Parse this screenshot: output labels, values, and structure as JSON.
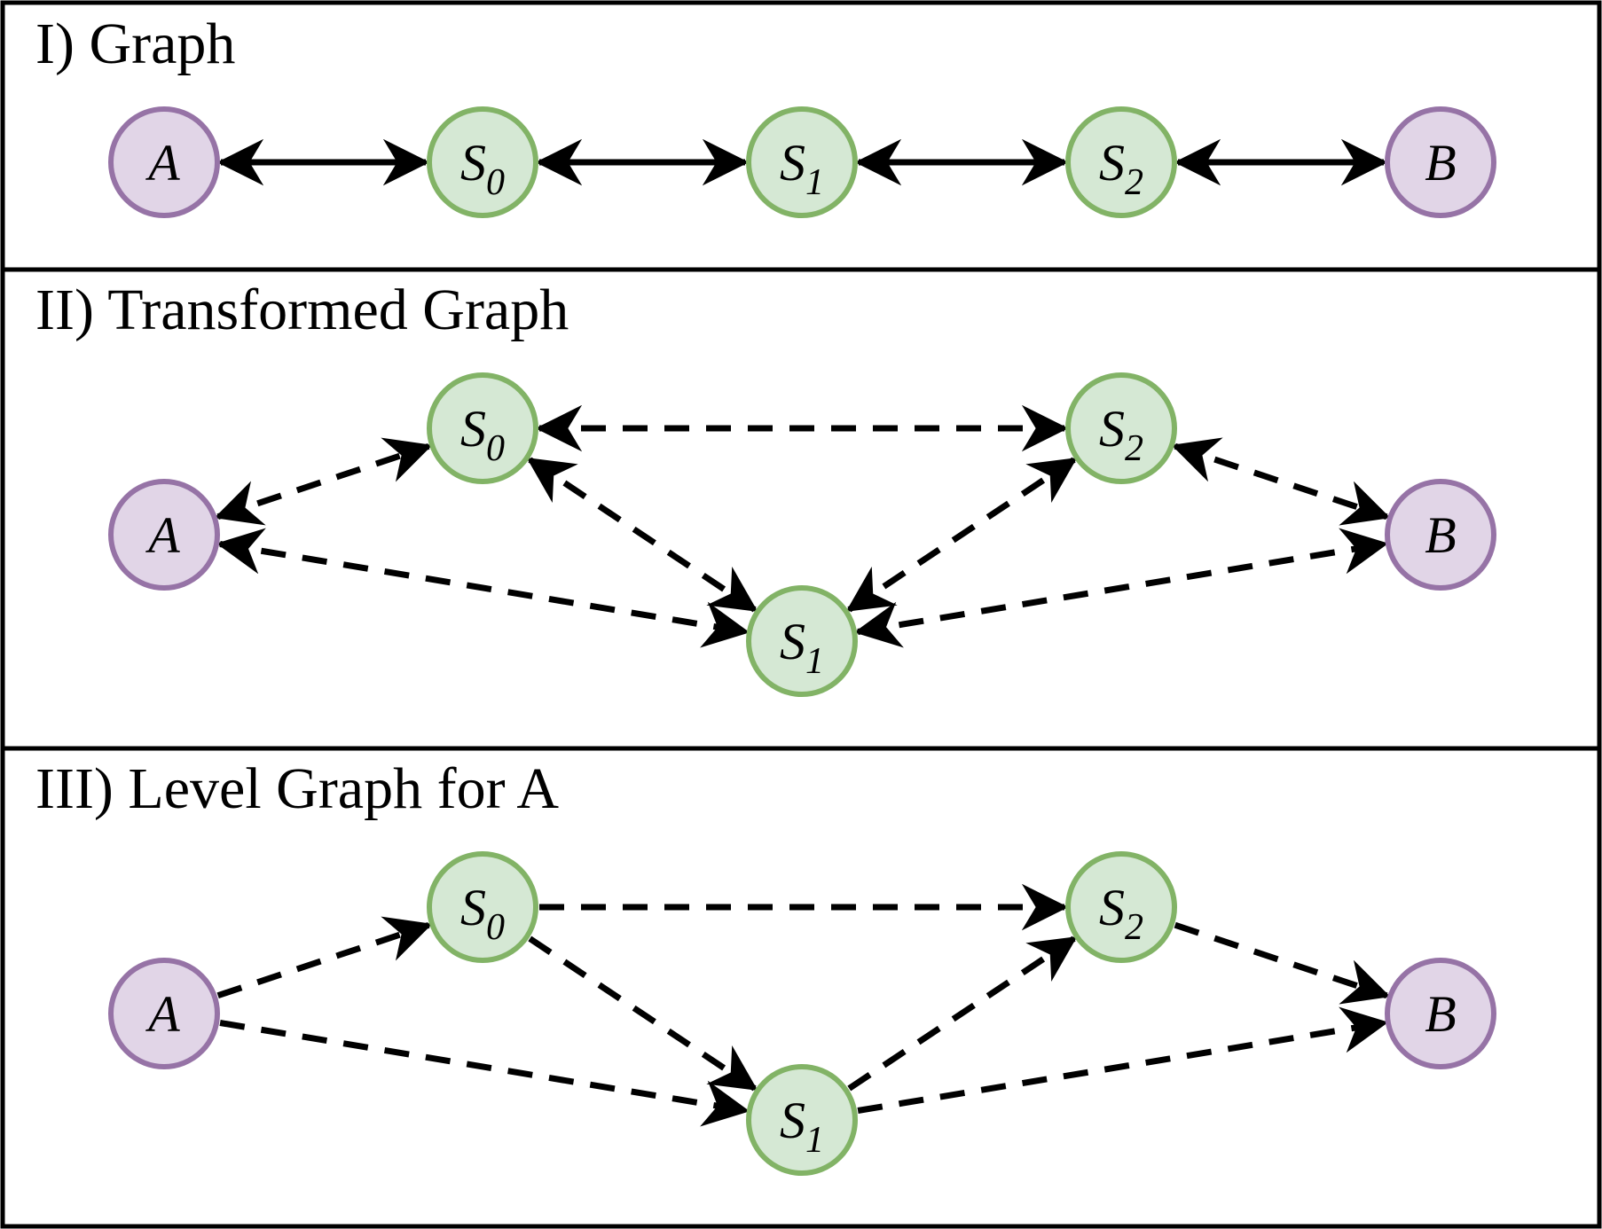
{
  "colors": {
    "terminal_fill": "#e1d5e7",
    "terminal_stroke": "#9673a6",
    "state_fill": "#d5e8d4",
    "state_stroke": "#82b366",
    "edge": "#000000"
  },
  "panels": [
    {
      "title": "I) Graph",
      "edge_style": "solid",
      "nodes": [
        {
          "id": "A",
          "label": "A",
          "sub": "",
          "kind": "terminal"
        },
        {
          "id": "S0",
          "label": "S",
          "sub": "0",
          "kind": "state"
        },
        {
          "id": "S1",
          "label": "S",
          "sub": "1",
          "kind": "state"
        },
        {
          "id": "S2",
          "label": "S",
          "sub": "2",
          "kind": "state"
        },
        {
          "id": "B",
          "label": "B",
          "sub": "",
          "kind": "terminal"
        }
      ],
      "edges": [
        {
          "from": "A",
          "to": "S0",
          "bidirectional": true
        },
        {
          "from": "S0",
          "to": "S1",
          "bidirectional": true
        },
        {
          "from": "S1",
          "to": "S2",
          "bidirectional": true
        },
        {
          "from": "S2",
          "to": "B",
          "bidirectional": true
        }
      ]
    },
    {
      "title": "II) Transformed Graph",
      "edge_style": "dashed",
      "nodes": [
        {
          "id": "A",
          "label": "A",
          "sub": "",
          "kind": "terminal"
        },
        {
          "id": "S0",
          "label": "S",
          "sub": "0",
          "kind": "state"
        },
        {
          "id": "S1",
          "label": "S",
          "sub": "1",
          "kind": "state"
        },
        {
          "id": "S2",
          "label": "S",
          "sub": "2",
          "kind": "state"
        },
        {
          "id": "B",
          "label": "B",
          "sub": "",
          "kind": "terminal"
        }
      ],
      "edges": [
        {
          "from": "A",
          "to": "S0",
          "bidirectional": true
        },
        {
          "from": "A",
          "to": "S1",
          "bidirectional": true
        },
        {
          "from": "S0",
          "to": "S2",
          "bidirectional": true
        },
        {
          "from": "S0",
          "to": "S1",
          "bidirectional": true
        },
        {
          "from": "S1",
          "to": "S2",
          "bidirectional": true
        },
        {
          "from": "S2",
          "to": "B",
          "bidirectional": true
        },
        {
          "from": "S1",
          "to": "B",
          "bidirectional": true
        }
      ]
    },
    {
      "title": "III) Level Graph for A",
      "edge_style": "dashed",
      "nodes": [
        {
          "id": "A",
          "label": "A",
          "sub": "",
          "kind": "terminal"
        },
        {
          "id": "S0",
          "label": "S",
          "sub": "0",
          "kind": "state"
        },
        {
          "id": "S1",
          "label": "S",
          "sub": "1",
          "kind": "state"
        },
        {
          "id": "S2",
          "label": "S",
          "sub": "2",
          "kind": "state"
        },
        {
          "id": "B",
          "label": "B",
          "sub": "",
          "kind": "terminal"
        }
      ],
      "edges": [
        {
          "from": "A",
          "to": "S0",
          "bidirectional": false
        },
        {
          "from": "A",
          "to": "S1",
          "bidirectional": false
        },
        {
          "from": "S0",
          "to": "S2",
          "bidirectional": false
        },
        {
          "from": "S0",
          "to": "S1",
          "bidirectional": false
        },
        {
          "from": "S1",
          "to": "S2",
          "bidirectional": false
        },
        {
          "from": "S2",
          "to": "B",
          "bidirectional": false
        },
        {
          "from": "S1",
          "to": "B",
          "bidirectional": false
        }
      ]
    }
  ]
}
